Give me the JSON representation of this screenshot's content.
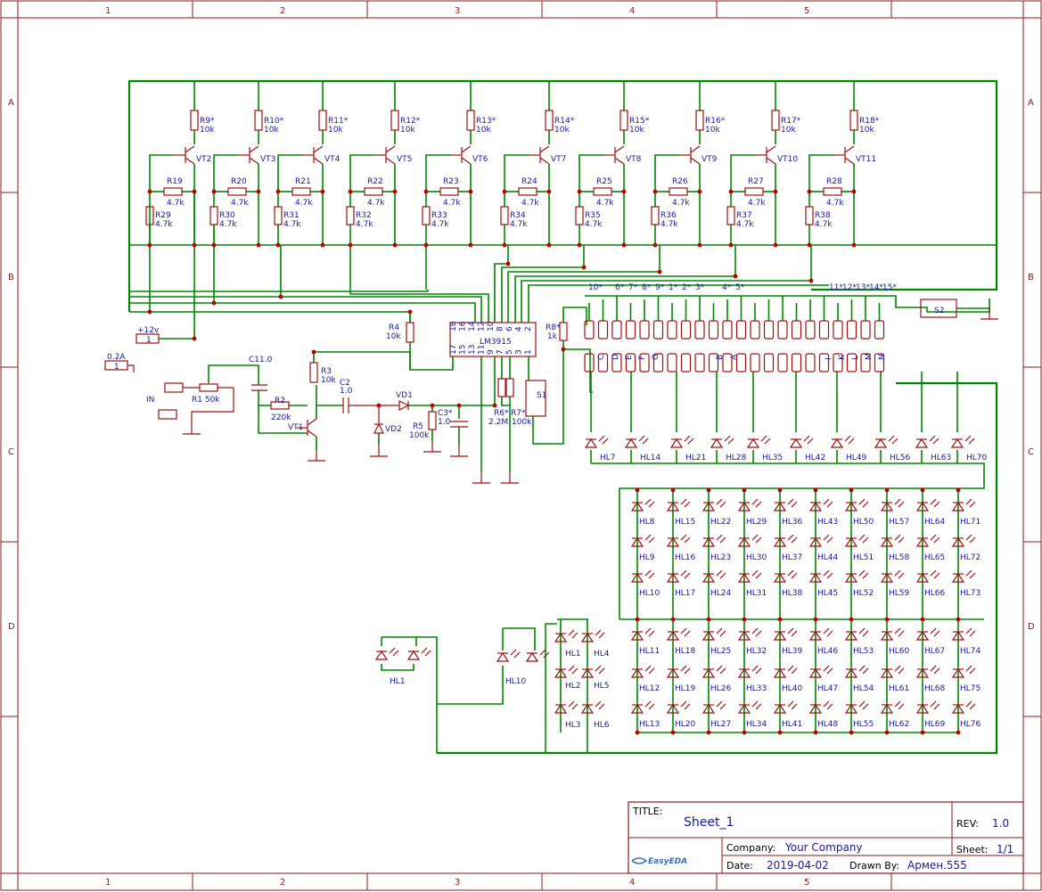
{
  "sheet": {
    "title_label": "TITLE:",
    "title": "Sheet_1",
    "rev_label": "REV:",
    "rev": "1.0",
    "company_label": "Company:",
    "company": "Your Company",
    "sheet_label": "Sheet:",
    "sheet_no": "1/1",
    "date_label": "Date:",
    "date": "2019-04-02",
    "drawn_label": "Drawn By:",
    "drawn_by": "Армен.555",
    "logo": "EasyEDA"
  },
  "frame": {
    "cols": [
      "1",
      "2",
      "3",
      "4",
      "5"
    ],
    "rows": [
      "A",
      "B",
      "C",
      "D"
    ]
  },
  "top_stages": [
    {
      "r": "R9*",
      "rv": "10k",
      "vt": "VT2",
      "rb": "R19",
      "rbv": "4.7k",
      "rp": "R29",
      "rpv": "4.7k"
    },
    {
      "r": "R10*",
      "rv": "10k",
      "vt": "VT3",
      "rb": "R20",
      "rbv": "4.7k",
      "rp": "R30",
      "rpv": "4.7k"
    },
    {
      "r": "R11*",
      "rv": "10k",
      "vt": "VT4",
      "rb": "R21",
      "rbv": "4.7k",
      "rp": "R31",
      "rpv": "4.7k"
    },
    {
      "r": "R12*",
      "rv": "10k",
      "vt": "VT5",
      "rb": "R22",
      "rbv": "4.7k",
      "rp": "R32",
      "rpv": "4.7k"
    },
    {
      "r": "R13*",
      "rv": "10k",
      "vt": "VT6",
      "rb": "R23",
      "rbv": "4.7k",
      "rp": "R33",
      "rpv": "4.7k"
    },
    {
      "r": "R14*",
      "rv": "10k",
      "vt": "VT7",
      "rb": "R24",
      "rbv": "4.7k",
      "rp": "R34",
      "rpv": "4.7k"
    },
    {
      "r": "R15*",
      "rv": "10k",
      "vt": "VT8",
      "rb": "R25",
      "rbv": "4.7k",
      "rp": "R35",
      "rpv": "4.7k"
    },
    {
      "r": "R16*",
      "rv": "10k",
      "vt": "VT9",
      "rb": "R26",
      "rbv": "4.7k",
      "rp": "R36",
      "rpv": "4.7k"
    },
    {
      "r": "R17*",
      "rv": "10k",
      "vt": "VT10",
      "rb": "R27",
      "rbv": "4.7k",
      "rp": "R37",
      "rpv": "4.7k"
    },
    {
      "r": "R18*",
      "rv": "10k",
      "vt": "VT11",
      "rb": "R28",
      "rbv": "4.7k",
      "rp": "R38",
      "rpv": "4.7k"
    }
  ],
  "ic": {
    "name": "LM3915",
    "pins_top": [
      "18",
      "16",
      "14",
      "12",
      "10",
      "8",
      "6",
      "4",
      "2"
    ],
    "pins_bot": [
      "17",
      "15",
      "13",
      "11",
      "9",
      "7",
      "5",
      "3",
      "1"
    ]
  },
  "parts": {
    "plus12": "+12v",
    "p1": "1",
    "p02": "0.2A",
    "p02n": "1",
    "in": "IN",
    "r1": "R1 50k",
    "r2": "R2",
    "r2v": "220k",
    "c1": "C11.0",
    "vt1": "VT1",
    "r3": "R3",
    "r3v": "10k",
    "r4": "R4",
    "r4v": "10k",
    "c2": "C2",
    "c2v": "1.0",
    "vd1": "VD1",
    "vd2": "VD2",
    "r5": "R5",
    "r5v": "100k",
    "c3": "C3*",
    "c3v": "1.0",
    "r6": "R6*",
    "r6v": "2.2M",
    "r7": "R7*",
    "r7v": "100k",
    "s1": "S1",
    "r8": "R8*",
    "r8v": "1k",
    "s2": "S2"
  },
  "connector_top_labels": [
    "10*",
    "6*",
    "7*",
    "8*",
    "9*",
    "1*",
    "2*",
    "3*",
    "4*",
    "5*",
    "11*",
    "12*",
    "13*",
    "14*",
    "15*"
  ],
  "connector_bottom_labels": [
    "C",
    "D",
    "E",
    "F",
    "G",
    "B",
    "A",
    "I",
    "K",
    "L",
    "M",
    "N"
  ],
  "led_row1": [
    "HL7",
    "HL14",
    "HL21",
    "HL28",
    "HL35",
    "HL42",
    "HL49",
    "HL56",
    "HL63",
    "HL70"
  ],
  "led_grid_cols": [
    [
      "HL8",
      "HL9",
      "HL10",
      "HL11",
      "HL12",
      "HL13"
    ],
    [
      "HL15",
      "HL16",
      "HL17",
      "HL18",
      "HL19",
      "HL20"
    ],
    [
      "HL22",
      "HL23",
      "HL24",
      "HL25",
      "HL26",
      "HL27"
    ],
    [
      "HL29",
      "HL30",
      "HL31",
      "HL32",
      "HL33",
      "HL34"
    ],
    [
      "HL36",
      "HL37",
      "HL38",
      "HL39",
      "HL40",
      "HL41"
    ],
    [
      "HL43",
      "HL44",
      "HL45",
      "HL46",
      "HL47",
      "HL48"
    ],
    [
      "HL50",
      "HL51",
      "HL52",
      "HL53",
      "HL54",
      "HL55"
    ],
    [
      "HL57",
      "HL58",
      "HL59",
      "HL60",
      "HL61",
      "HL62"
    ],
    [
      "HL64",
      "HL65",
      "HL66",
      "HL67",
      "HL68",
      "HL69"
    ],
    [
      "HL71",
      "HL72",
      "HL73",
      "HL74",
      "HL75",
      "HL76"
    ]
  ],
  "led_left": {
    "hl1": "HL1",
    "hl10b": "HL10",
    "hl2": "HL2",
    "hl3": "HL3",
    "hl4": "HL4",
    "hl5": "HL5",
    "hl6": "HL6"
  }
}
